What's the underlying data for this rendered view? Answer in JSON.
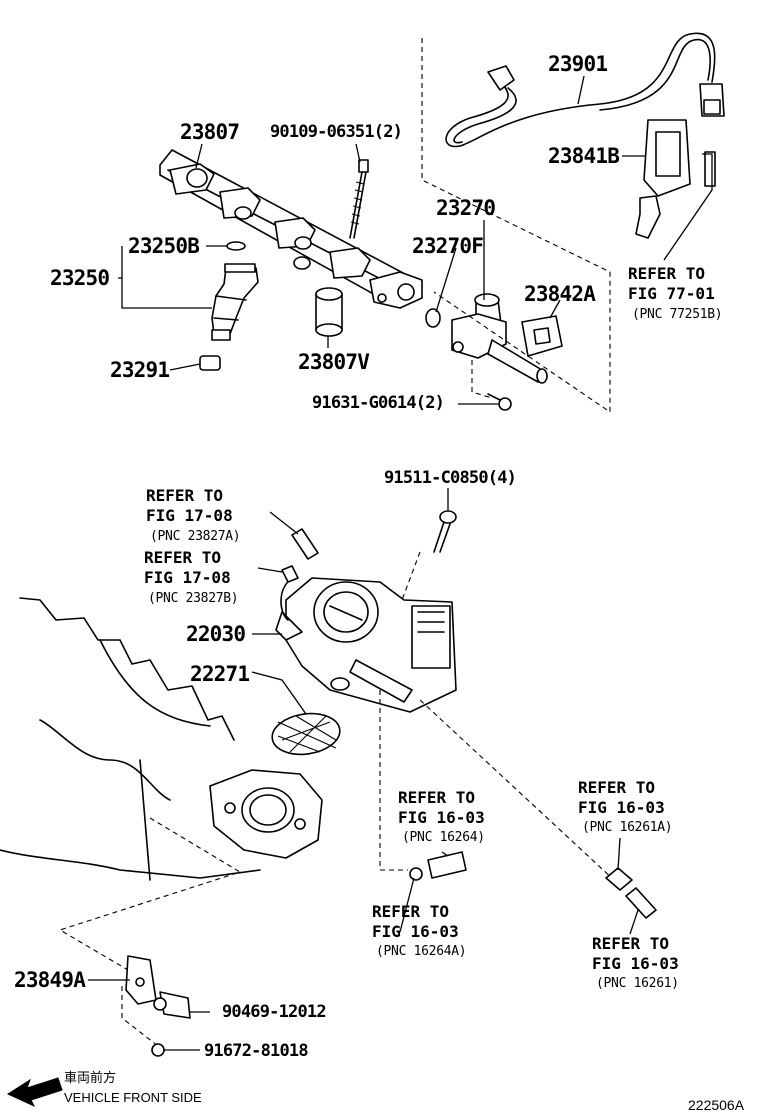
{
  "labels": {
    "p23901": "23901",
    "p23807": "23807",
    "p90109": "90109-06351(2)",
    "p23841B": "23841B",
    "p23270": "23270",
    "p23270F": "23270F",
    "p23250B": "23250B",
    "p23250": "23250",
    "p23842A": "23842A",
    "p23291": "23291",
    "p23807V": "23807V",
    "p91631": "91631-G0614(2)",
    "p91511": "91511-C0850(4)",
    "p22030": "22030",
    "p22271": "22271",
    "p23849A": "23849A",
    "p90469": "90469-12012",
    "p91672": "91672-81018"
  },
  "refs": {
    "r7701": {
      "l1": "REFER TO",
      "l2": "FIG 77-01",
      "pnc": "(PNC 77251B)"
    },
    "r1708a": {
      "l1": "REFER TO",
      "l2": "FIG 17-08",
      "pnc": "(PNC 23827A)"
    },
    "r1708b": {
      "l1": "REFER TO",
      "l2": "FIG 17-08",
      "pnc": "(PNC 23827B)"
    },
    "r1603a": {
      "l1": "REFER TO",
      "l2": "FIG 16-03",
      "pnc": "(PNC 16264)"
    },
    "r1603b": {
      "l1": "REFER TO",
      "l2": "FIG 16-03",
      "pnc": "(PNC 16261A)"
    },
    "r1603c": {
      "l1": "REFER TO",
      "l2": "FIG 16-03",
      "pnc": "(PNC 16264A)"
    },
    "r1603d": {
      "l1": "REFER TO",
      "l2": "FIG 16-03",
      "pnc": "(PNC 16261)"
    }
  },
  "footer": {
    "direction_jp": "車両前方",
    "direction_en": "VEHICLE FRONT SIDE",
    "diagram_code": "222506A"
  }
}
